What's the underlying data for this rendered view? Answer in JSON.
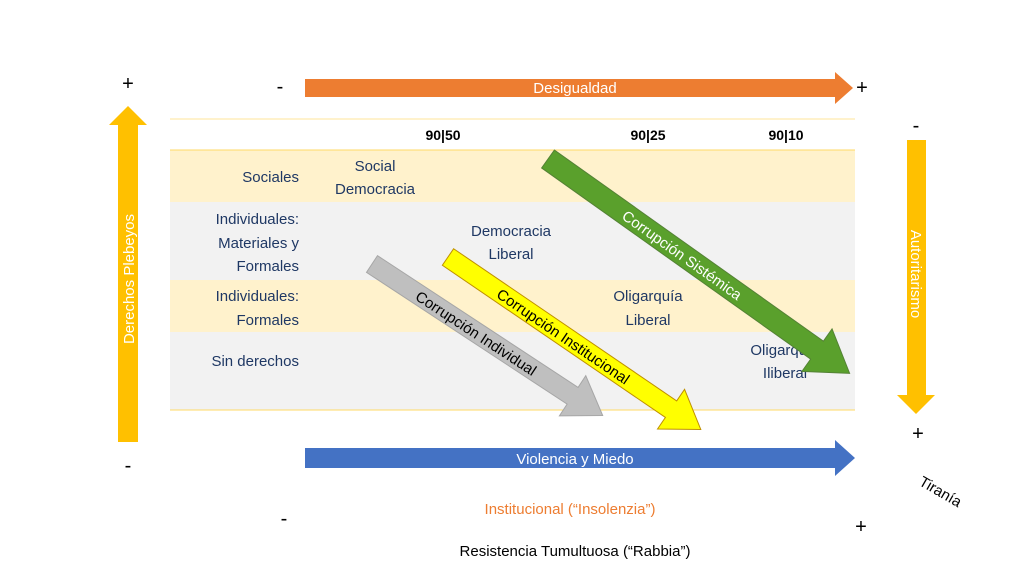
{
  "axes": {
    "top": {
      "label": "Desigualdad",
      "minus": "-",
      "plus": "+"
    },
    "left": {
      "label": "Derechos Plebeyos",
      "plus": "+",
      "minus": "-"
    },
    "right": {
      "label": "Autoritarismo",
      "minus": "-",
      "plus": "+"
    },
    "bottom": {
      "label": "Violencia y Miedo",
      "minus": "-",
      "plus": "+",
      "tirania": "Tiranía"
    }
  },
  "columns": [
    "90|50",
    "90|25",
    "90|10"
  ],
  "rows": [
    {
      "lines": [
        "Sociales"
      ]
    },
    {
      "lines": [
        "Individuales:",
        "Materiales y",
        "Formales"
      ]
    },
    {
      "lines": [
        "Individuales:",
        "Formales"
      ]
    },
    {
      "lines": [
        "Sin derechos"
      ]
    }
  ],
  "regimes": [
    {
      "lines": [
        "Social",
        "Democracia"
      ]
    },
    {
      "lines": [
        "Democracia",
        "Liberal"
      ]
    },
    {
      "lines": [
        "Oligarquía",
        "Liberal"
      ]
    },
    {
      "lines": [
        "Oligarquía",
        "Iliberal"
      ]
    }
  ],
  "corruption": [
    {
      "label": "Corrupción Sistémica",
      "color": "#5aa02c"
    },
    {
      "label": "Corrupción Institucional",
      "color": "#ffff00"
    },
    {
      "label": "Corrupción Individual",
      "color": "#bfbfbf"
    }
  ],
  "bottom_notes": {
    "institucional": "Institucional (“Insolenzia”)",
    "resistencia": "Resistencia Tumultuosa (“Rabbia”)"
  },
  "colors": {
    "orange": "#ed7d31",
    "blue": "#4472c4",
    "yellow_arrow": "#ffc000",
    "band_yellow": "#fff2cc",
    "band_gray": "#f2f2f2",
    "text_navy": "#1f3864",
    "text_orange": "#ed7d31"
  }
}
